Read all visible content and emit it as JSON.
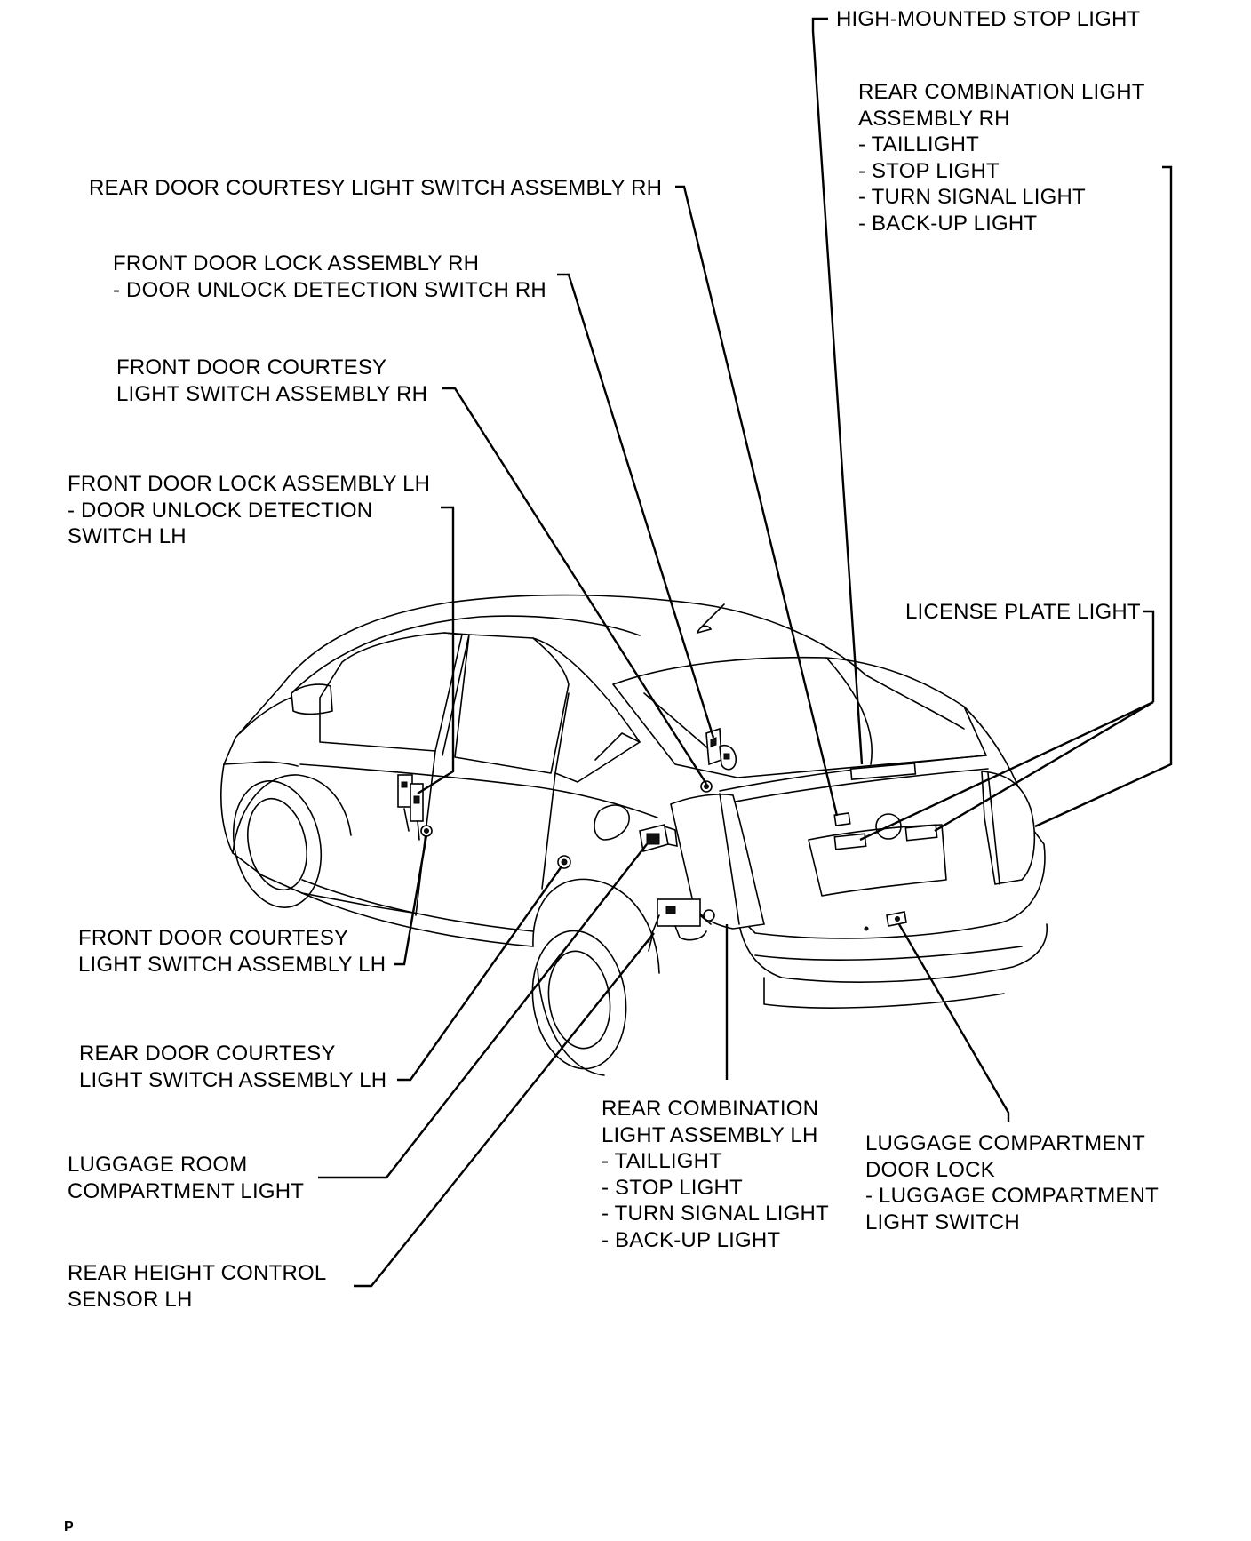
{
  "labels": {
    "high_mounted_stop_light": [
      "HIGH-MOUNTED STOP LIGHT"
    ],
    "rear_combination_light_rh": [
      "REAR COMBINATION LIGHT",
      "ASSEMBLY RH",
      "- TAILLIGHT",
      "- STOP LIGHT",
      "- TURN SIGNAL LIGHT",
      "- BACK-UP LIGHT"
    ],
    "rear_door_courtesy_switch_rh": [
      "REAR DOOR COURTESY LIGHT SWITCH ASSEMBLY RH"
    ],
    "front_door_lock_rh": [
      "FRONT DOOR LOCK ASSEMBLY RH",
      "- DOOR UNLOCK DETECTION SWITCH RH"
    ],
    "front_door_courtesy_switch_rh": [
      "FRONT DOOR COURTESY",
      "LIGHT SWITCH ASSEMBLY RH"
    ],
    "front_door_lock_lh": [
      "FRONT DOOR LOCK ASSEMBLY LH",
      "- DOOR UNLOCK DETECTION",
      "SWITCH LH"
    ],
    "license_plate_light": [
      "LICENSE PLATE LIGHT"
    ],
    "front_door_courtesy_switch_lh": [
      "FRONT DOOR COURTESY",
      "LIGHT SWITCH ASSEMBLY LH"
    ],
    "rear_door_courtesy_switch_lh": [
      "REAR DOOR COURTESY",
      "LIGHT SWITCH ASSEMBLY LH"
    ],
    "rear_combination_light_lh": [
      "REAR COMBINATION",
      "LIGHT ASSEMBLY LH",
      "- TAILLIGHT",
      "- STOP LIGHT",
      "- TURN SIGNAL LIGHT",
      "- BACK-UP LIGHT"
    ],
    "luggage_compartment_door_lock": [
      "LUGGAGE COMPARTMENT",
      "DOOR LOCK",
      "- LUGGAGE COMPARTMENT",
      "LIGHT SWITCH"
    ],
    "luggage_room_compartment_light": [
      "LUGGAGE ROOM",
      "COMPARTMENT LIGHT"
    ],
    "rear_height_control_sensor_lh": [
      "REAR HEIGHT CONTROL",
      "SENSOR LH"
    ]
  },
  "page_code": "P"
}
